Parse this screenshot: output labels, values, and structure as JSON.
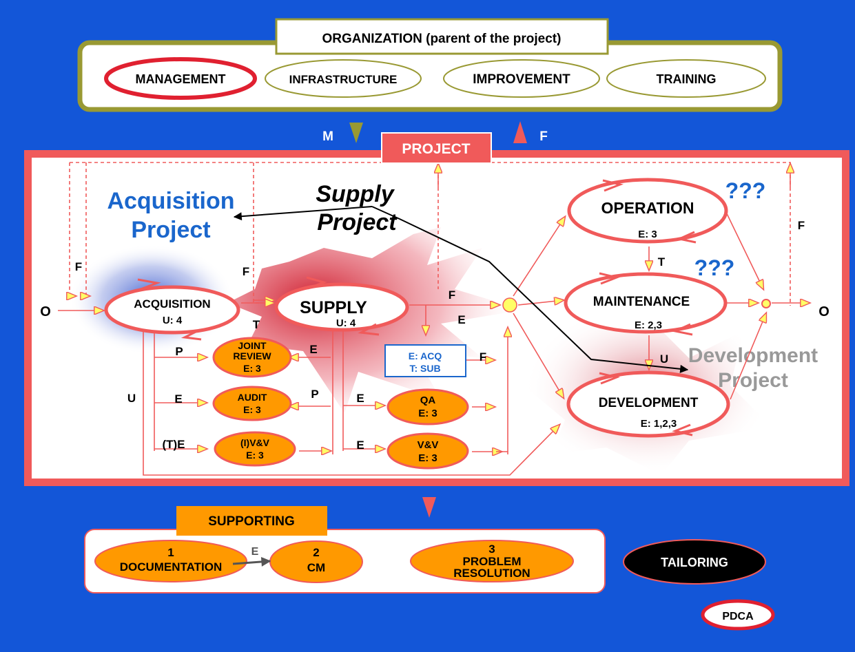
{
  "organization": {
    "title": "ORGANIZATION (parent of the project)",
    "processes": [
      "MANAGEMENT",
      "INFRASTRUCTURE",
      "IMPROVEMENT",
      "TRAINING"
    ]
  },
  "flows_between": {
    "m": "M",
    "f": "F"
  },
  "project": {
    "title": "PROJECT"
  },
  "labels": {
    "acq_project_1": "Acquisition",
    "acq_project_2": "Project",
    "supply_project_1": "Supply",
    "supply_project_2": "Project",
    "dev_project_1": "Development",
    "dev_project_2": "Project",
    "qmarks_top": "???",
    "qmarks_mid": "???"
  },
  "primary": {
    "acquisition": {
      "name": "ACQUISITION",
      "sub": "U: 4"
    },
    "supply": {
      "name": "SUPPLY",
      "sub": "U: 4"
    },
    "operation": {
      "name": "OPERATION",
      "sub": "E: 3"
    },
    "maintenance": {
      "name": "MAINTENANCE",
      "sub": "E: 2,3"
    },
    "development": {
      "name": "DEVELOPMENT",
      "sub": "E: 1,2,3"
    }
  },
  "support_in_project": {
    "joint_review": [
      "JOINT",
      "REVIEW",
      "E: 3"
    ],
    "audit": [
      "AUDIT",
      "E: 3"
    ],
    "ivv": [
      "(I)V&V",
      "E: 3"
    ],
    "qa": [
      "QA",
      "E: 3"
    ],
    "vv": [
      "V&V",
      "E: 3"
    ]
  },
  "acq_box": [
    "E: ACQ",
    "T: SUB"
  ],
  "edge_letters": {
    "o_left": "O",
    "o_right": "O",
    "f_left": "F",
    "f_mid": "F",
    "f_supply": "F",
    "f_right": "F",
    "f_box": "F",
    "t_supply": "T",
    "t_op": "T",
    "e_supply": "E",
    "e_jr": "E",
    "e_audit": "E",
    "e_qa": "E",
    "e_vv": "E",
    "p_jr": "P",
    "p_audit": "P",
    "u_left": "U",
    "u_maint": "U",
    "te": "(T)E"
  },
  "supporting": {
    "title": "SUPPORTING",
    "documentation": [
      "1",
      "DOCUMENTATION"
    ],
    "cm": [
      "2",
      "CM"
    ],
    "problem": [
      "3",
      "PROBLEM",
      "RESOLUTION"
    ],
    "e_label": "E"
  },
  "tailoring": "TAILORING",
  "pdca": "PDCA",
  "colors": {
    "background": "#1356d8",
    "orange": "#ff9900",
    "red": "#e02030",
    "salmon": "#f05a5a",
    "olive": "#999933",
    "arrow_yellow": "#ffff66",
    "gray_text": "#999999",
    "blue_text": "#1a66cc"
  }
}
